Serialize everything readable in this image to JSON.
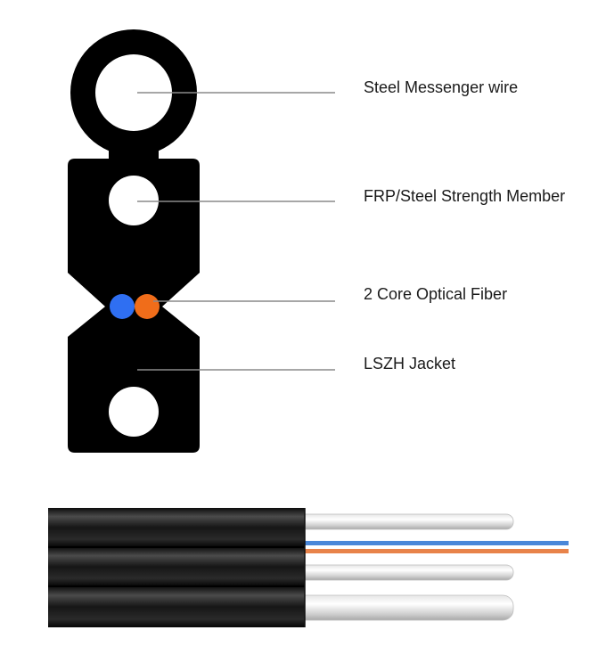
{
  "labels": {
    "messenger": "Steel Messenger wire",
    "strength_member": "FRP/Steel Strength Member",
    "fiber": "2 Core Optical Fiber",
    "jacket": "LSZH Jacket"
  },
  "colors": {
    "jacket": "#000000",
    "fiber_blue": "#2f6ff2",
    "fiber_orange": "#f06d1a",
    "leader_line": "#8a8a8a",
    "label_text": "#1a1a1a"
  }
}
